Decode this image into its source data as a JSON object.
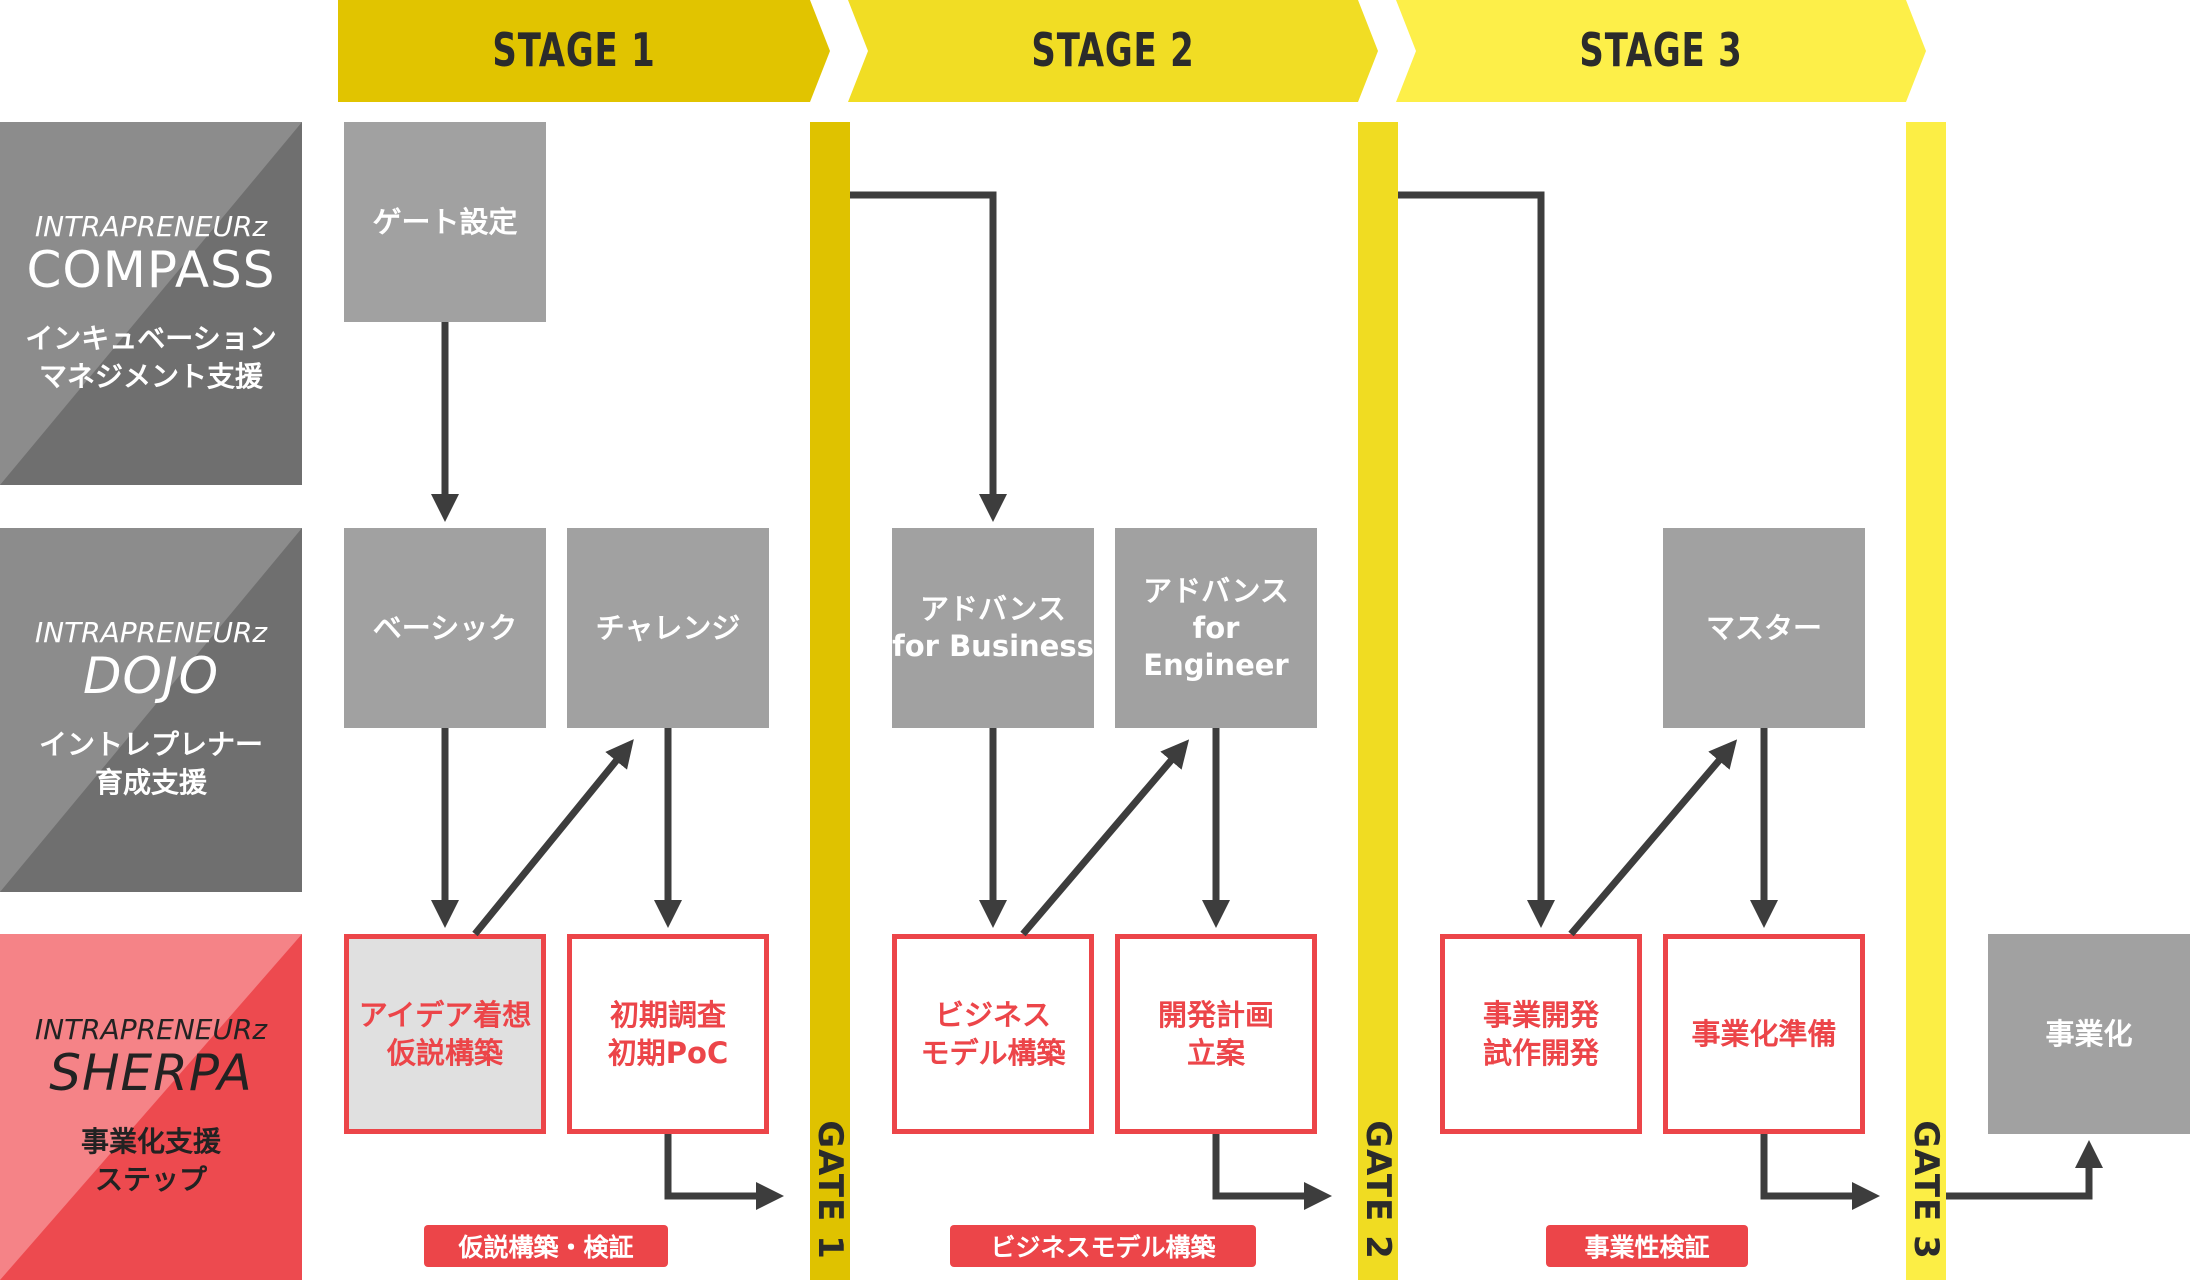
{
  "stages": [
    {
      "label": "STAGE 1",
      "color": "#e1c400"
    },
    {
      "label": "STAGE 2",
      "color": "#f1dd24"
    },
    {
      "label": "STAGE 3",
      "color": "#fdef49"
    }
  ],
  "rows": {
    "compass": {
      "brand": "INTRAPRENEURz",
      "name": "COMPASS",
      "description": "インキュベーション\nマネジメント支援"
    },
    "dojo": {
      "brand": "INTRAPRENEURz",
      "name": "DOJO",
      "description": "イントレプレナー\n育成支援"
    },
    "sherpa": {
      "brand": "INTRAPRENEURz",
      "name": "SHERPA",
      "description": "事業化支援\nステップ"
    }
  },
  "gray_boxes": {
    "gate_setting": "ゲート設定",
    "basic": "ベーシック",
    "challenge": "チャレンジ",
    "advance_business": "アドバンス\nfor Business",
    "advance_engineer": "アドバンス\nfor Engineer",
    "master": "マスター",
    "commercialization": "事業化"
  },
  "red_boxes": {
    "idea": "アイデア着想\n仮説構築",
    "initial_research": "初期調査\n初期PoC",
    "business_model": "ビジネス\nモデル構築",
    "dev_plan": "開発計画\n立案",
    "biz_dev": "事業開発\n試作開発",
    "prep": "事業化準備"
  },
  "gates": {
    "gate1": "GATE 1",
    "gate2": "GATE 2",
    "gate3": "GATE 3"
  },
  "phases": {
    "phase1": "仮説構築・検証",
    "phase2": "ビジネスモデル構築",
    "phase3": "事業性検証"
  },
  "colors": {
    "gate1": "#dfc200",
    "gate2": "#f0dc22",
    "gate3": "#fcee45",
    "gray_box": "#a1a1a1",
    "red_accent": "#ec4549",
    "arrow": "#3d3d3d"
  }
}
